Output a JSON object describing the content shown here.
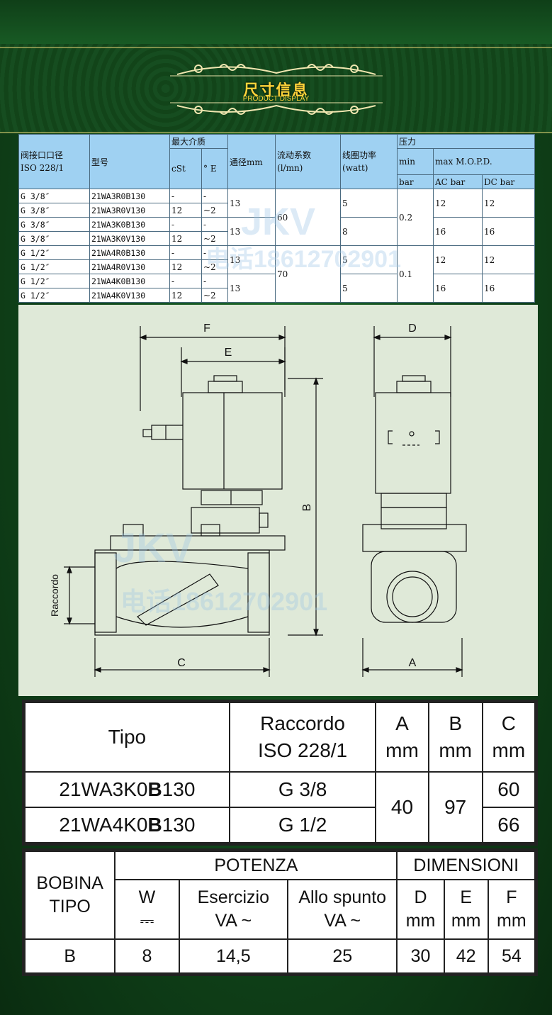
{
  "header": {
    "title_cn": "尺寸信息",
    "title_en": "PRODUCT DISPLAY"
  },
  "spec_table": {
    "headers": {
      "port": "阀接口口径",
      "port_std": "ISO 228/1",
      "model": "型号",
      "max_medium": "最大介质",
      "cst": "cSt",
      "deg_e": "° E",
      "orifice": "通径mm",
      "flow": "流动系数",
      "flow_unit": "(l/mn)",
      "coil": "线圈功率",
      "coil_unit": "(watt)",
      "pressure": "压力",
      "min": "min",
      "min_unit": "bar",
      "mopd": "max M.O.P.D.",
      "ac": "AC bar",
      "dc": "DC bar"
    },
    "rows": [
      {
        "port": "G 3/8″",
        "model": "21WA3R0B130",
        "cst": "-",
        "e": "-"
      },
      {
        "port": "G 3/8″",
        "model": "21WA3R0V130",
        "cst": "12",
        "e": "~2"
      },
      {
        "port": "G 3/8″",
        "model": "21WA3K0B130",
        "cst": "-",
        "e": "-"
      },
      {
        "port": "G 3/8″",
        "model": "21WA3K0V130",
        "cst": "12",
        "e": "~2"
      },
      {
        "port": "G 1/2″",
        "model": "21WA4R0B130",
        "cst": "-",
        "e": "-"
      },
      {
        "port": "G 1/2″",
        "model": "21WA4R0V130",
        "cst": "12",
        "e": "~2"
      },
      {
        "port": "G 1/2″",
        "model": "21WA4K0B130",
        "cst": "-",
        "e": "-"
      },
      {
        "port": "G 1/2″",
        "model": "21WA4K0V130",
        "cst": "12",
        "e": "~2"
      }
    ],
    "orifice_groups": [
      "13",
      "13",
      "13",
      "13"
    ],
    "flow_groups": [
      "60",
      "70"
    ],
    "coil_groups": [
      "5",
      "8",
      "5",
      "5"
    ],
    "min_groups": [
      "0.2",
      "0.1"
    ],
    "ac_groups": [
      "12",
      "16",
      "12",
      "16"
    ],
    "dc_groups": [
      "12",
      "16",
      "12",
      "16"
    ]
  },
  "drawing": {
    "labels": {
      "F": "F",
      "E": "E",
      "D": "D",
      "B": "B",
      "C": "C",
      "A": "A",
      "raccordo": "Raccordo"
    },
    "watermark": "JKV",
    "watermark_phone": "电话18612702901"
  },
  "dim_table": {
    "tipo": "Tipo",
    "raccordo": "Raccordo",
    "iso": "ISO 228/1",
    "a": "A",
    "b": "B",
    "c": "C",
    "mm": "mm",
    "rows": [
      {
        "model_pre": "21WA3K0",
        "model_bold": "B",
        "model_post": "130",
        "port": "G 3/8",
        "c": "60"
      },
      {
        "model_pre": "21WA4K0",
        "model_bold": "B",
        "model_post": "130",
        "port": "G 1/2",
        "c": "66"
      }
    ],
    "a_val": "40",
    "b_val": "97"
  },
  "coil_table": {
    "bobina": "BOBINA",
    "tipo": "TIPO",
    "potenza": "POTENZA",
    "dimensioni": "DIMENSIONI",
    "w": "W",
    "dc_symbol": "⎓",
    "esercizio": "Esercizio",
    "spunto": "Allo spunto",
    "va": "VA ~",
    "d": "D",
    "e": "E",
    "f": "F",
    "mm": "mm",
    "row": {
      "tipo": "B",
      "w": "8",
      "esercizio": "14,5",
      "spunto": "25",
      "d": "30",
      "e": "42",
      "f": "54"
    }
  }
}
